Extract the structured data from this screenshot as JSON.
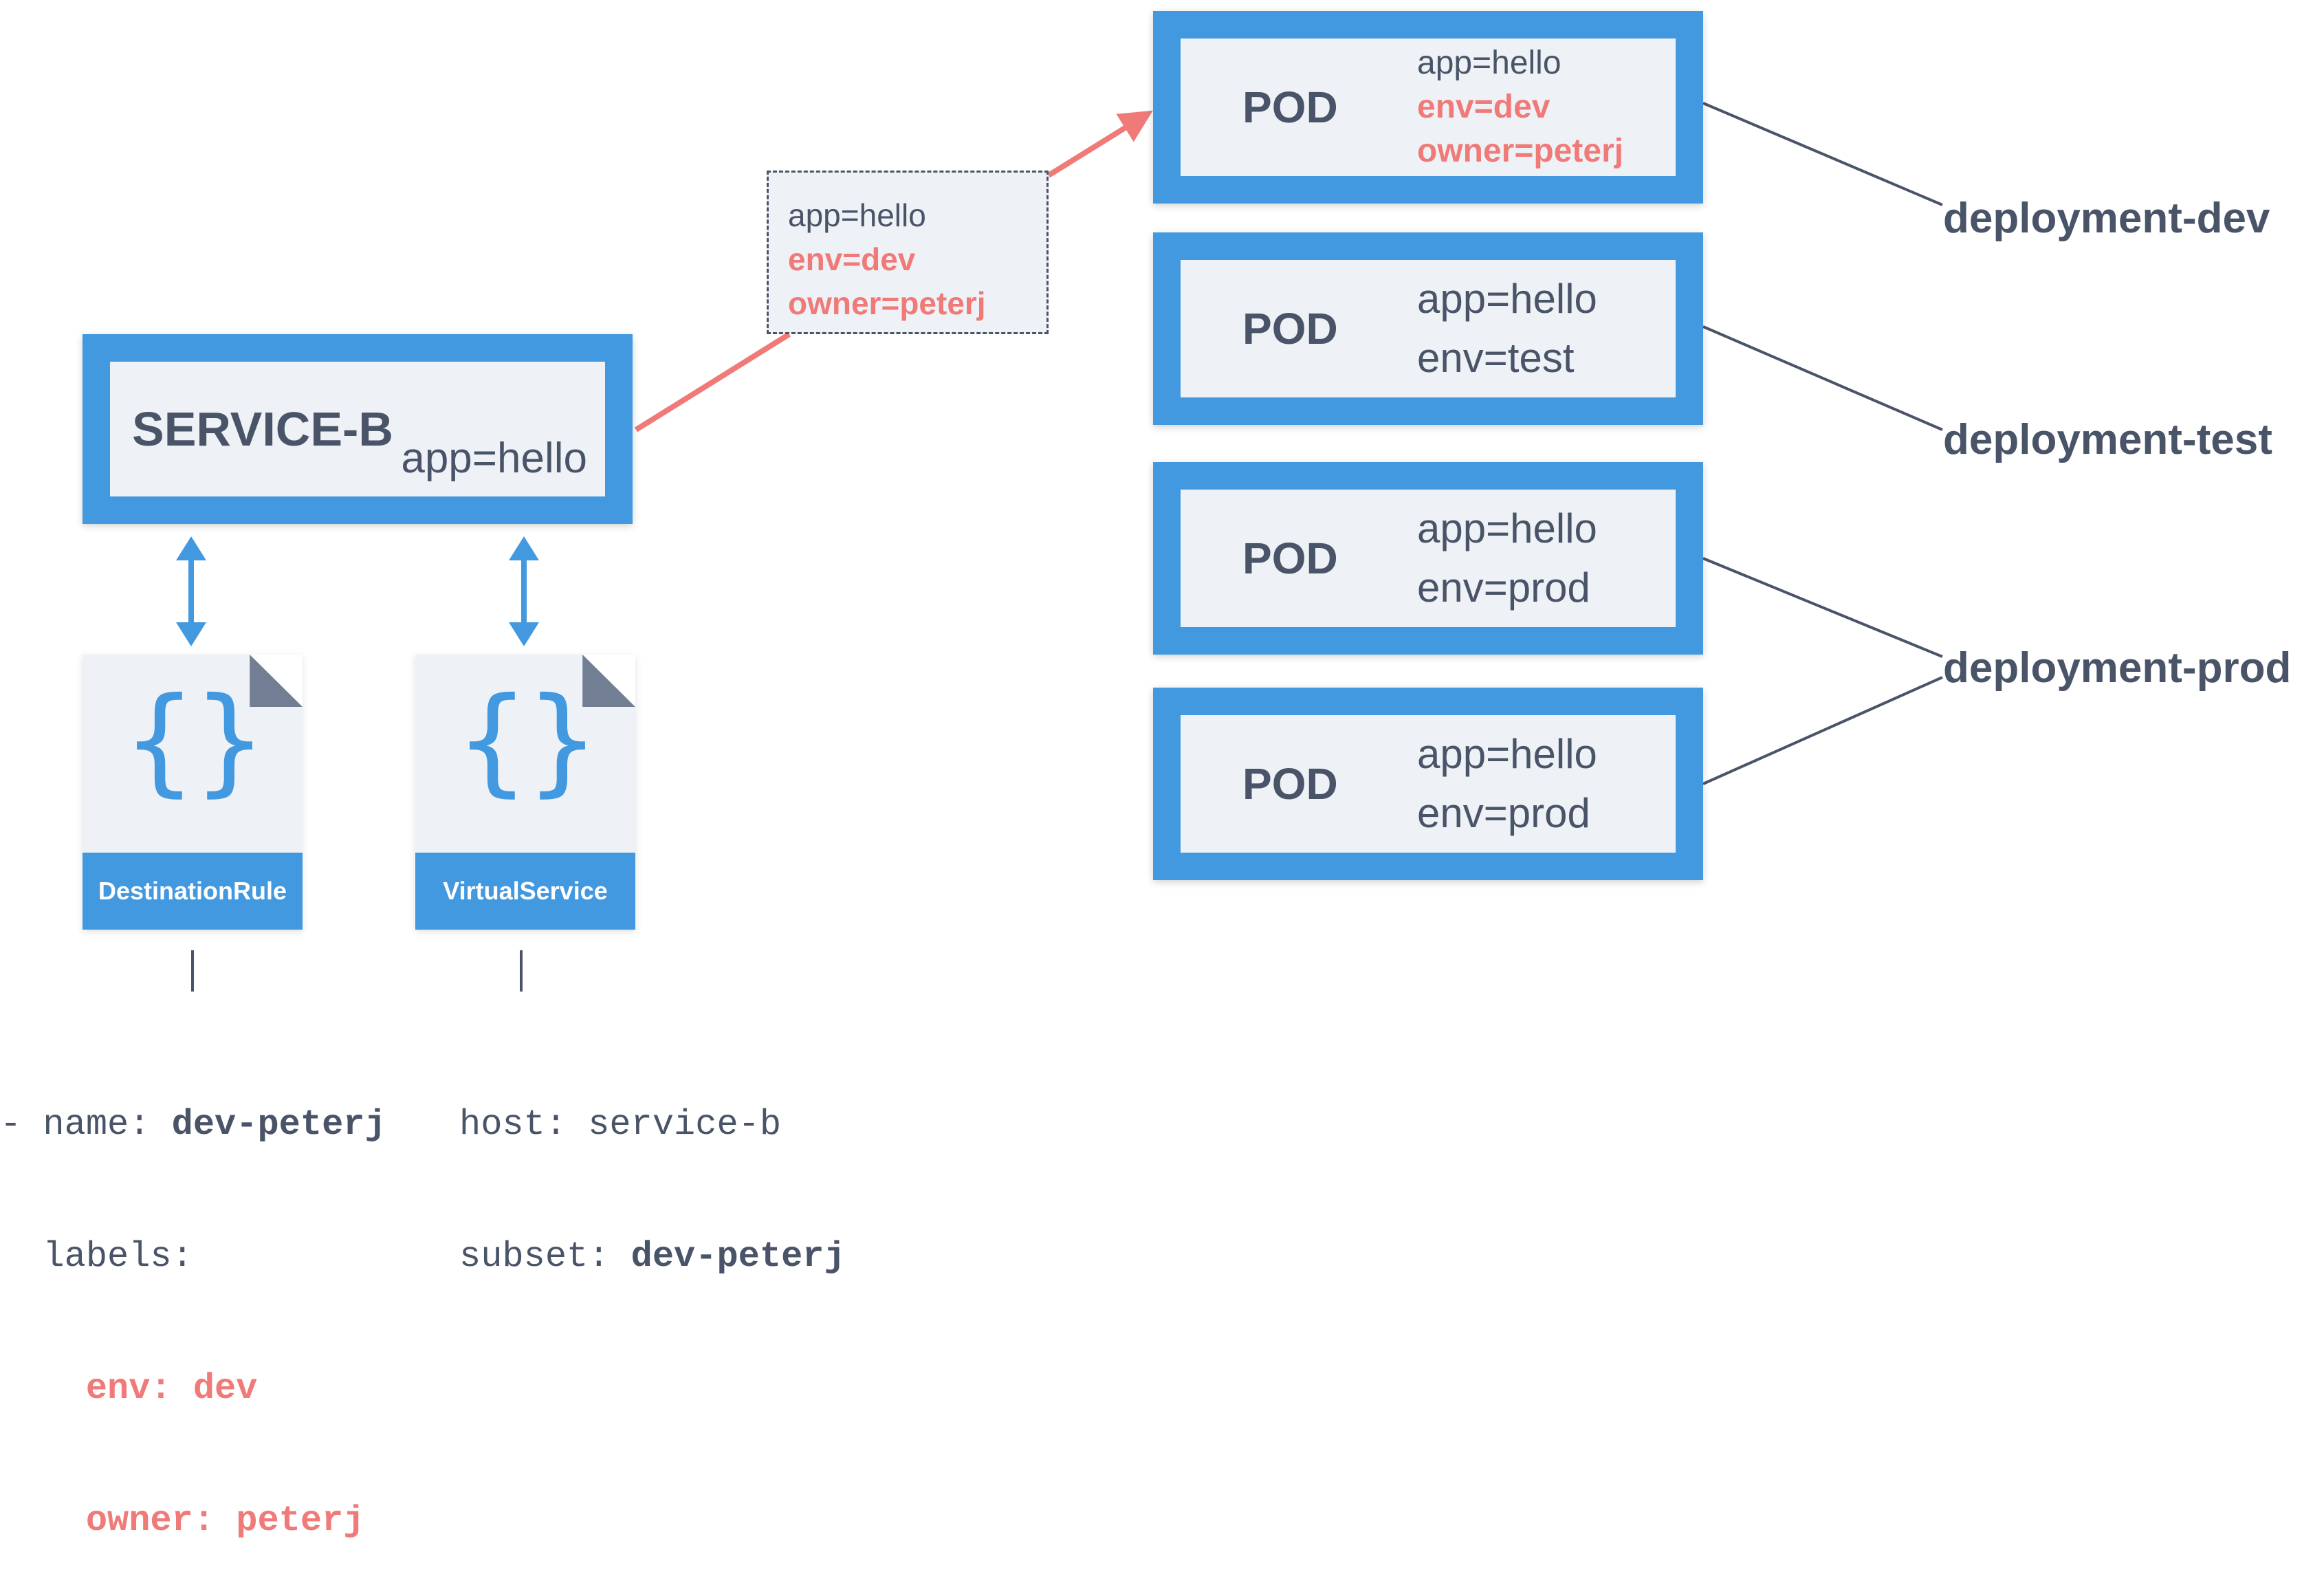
{
  "service": {
    "title": "SERVICE-B",
    "label": "app=hello"
  },
  "selector_note": {
    "line1": "app=hello",
    "line2": "env=dev",
    "line3": "owner=peterj"
  },
  "pods": [
    {
      "title": "POD",
      "labels": [
        "app=hello",
        "env=dev",
        "owner=peterj"
      ]
    },
    {
      "title": "POD",
      "labels": [
        "app=hello",
        "env=test"
      ]
    },
    {
      "title": "POD",
      "labels": [
        "app=hello",
        "env=prod"
      ]
    },
    {
      "title": "POD",
      "labels": [
        "app=hello",
        "env=prod"
      ]
    }
  ],
  "deployments": [
    "deployment-dev",
    "deployment-test",
    "deployment-prod"
  ],
  "resources": {
    "destination_rule": "DestinationRule",
    "virtual_service": "VirtualService"
  },
  "destination_rule_yaml": {
    "line1_prefix": "- name: ",
    "line1_value": "dev-peterj",
    "line2": "  labels:",
    "line3": "    env: dev",
    "line4": "    owner: peterj"
  },
  "virtual_service_yaml": {
    "line1": "host: service-b",
    "line2_prefix": "subset: ",
    "line2_value": "dev-peterj"
  },
  "colors": {
    "accent_blue": "#4399df",
    "panel": "#eef2f6",
    "text": "#4a5468",
    "highlight": "#f07a78",
    "fold": "#717e94"
  },
  "icons": [
    "json-braces-icon",
    "bidirectional-arrow-icon"
  ]
}
